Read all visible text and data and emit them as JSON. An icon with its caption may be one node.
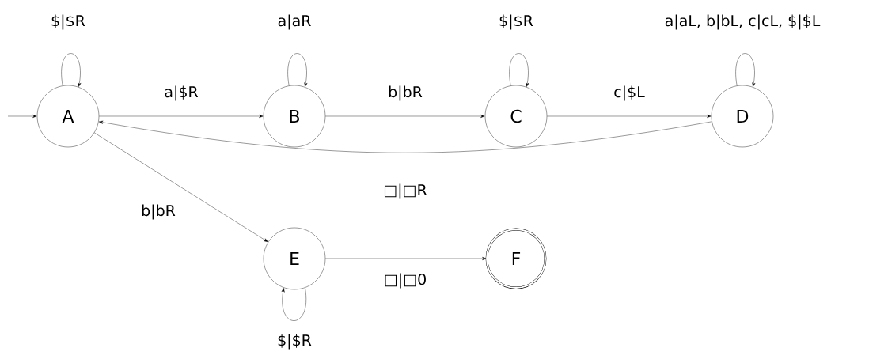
{
  "diagram": {
    "nodes": [
      {
        "text": [
          "A"
        ]
      },
      {
        "text": [
          "B"
        ]
      },
      {
        "text": [
          "C"
        ]
      },
      {
        "text": [
          "D"
        ]
      },
      {
        "text": [
          "E"
        ]
      },
      {
        "text": [
          "F"
        ]
      }
    ],
    "edges": [
      {
        "from": null,
        "to": 0,
        "arrow": "to"
      },
      {
        "from": 0,
        "to": 0,
        "arrow": "to",
        "label": "$|$R"
      },
      {
        "from": 0,
        "to": 1,
        "arrow": "to",
        "label": "a|$R"
      },
      {
        "from": 1,
        "to": 1,
        "arrow": "to",
        "label": "a|aR"
      },
      {
        "from": 1,
        "to": 2,
        "arrow": "to",
        "label": "b|bR"
      },
      {
        "from": 2,
        "to": 2,
        "arrow": "to",
        "label": "$|$R"
      },
      {
        "from": 2,
        "to": 3,
        "arrow": "to",
        "label": "c|$L"
      },
      {
        "from": 3,
        "to": 3,
        "arrow": "to",
        "label": "a|aL, b|bL, c|cL, $|$L"
      },
      {
        "from": 3,
        "to": 0,
        "arrow": "to",
        "label": "□|□R"
      },
      {
        "from": 0,
        "to": 4,
        "arrow": "to",
        "label": "b|bR"
      },
      {
        "from": 4,
        "to": 4,
        "arrow": "to",
        "label": "$|$R"
      },
      {
        "from": 4,
        "to": 5,
        "arrow": "to",
        "label": "□|□0"
      }
    ]
  }
}
